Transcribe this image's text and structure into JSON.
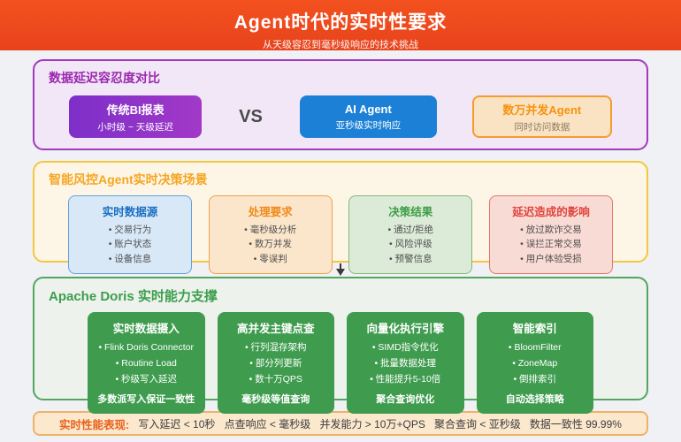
{
  "header": {
    "title": "Agent时代的实时性要求",
    "subtitle": "从天级容忍到毫秒级响应的技术挑战"
  },
  "section1": {
    "title": "数据延迟容忍度对比",
    "vs_label": "VS",
    "traditional": {
      "title": "传统BI报表",
      "subtitle": "小时级 ~ 天级延迟"
    },
    "ai_agent": {
      "title": "AI Agent",
      "subtitle": "亚秒级实时响应"
    },
    "concurrent": {
      "title": "数万并发Agent",
      "subtitle": "同时访问数据"
    }
  },
  "section2": {
    "title": "智能风控Agent实时决策场景",
    "cards": [
      {
        "title": "实时数据源",
        "items": [
          "• 交易行为",
          "• 账户状态",
          "• 设备信息"
        ]
      },
      {
        "title": "处理要求",
        "items": [
          "• 毫秒级分析",
          "• 数万并发",
          "• 零误判"
        ]
      },
      {
        "title": "决策结果",
        "items": [
          "• 通过/拒绝",
          "• 风险评级",
          "• 预警信息"
        ]
      },
      {
        "title": "延迟造成的影响",
        "items": [
          "• 放过欺诈交易",
          "• 误拦正常交易",
          "• 用户体验受损"
        ]
      }
    ]
  },
  "section3": {
    "title": "Apache Doris 实时能力支撑",
    "cards": [
      {
        "title": "实时数据摄入",
        "items": [
          "• Flink Doris Connector",
          "• Routine Load",
          "• 秒级写入延迟"
        ],
        "footer": "多数派写入保证一致性"
      },
      {
        "title": "高并发主键点查",
        "items": [
          "• 行列混存架构",
          "• 部分列更新",
          "• 数十万QPS"
        ],
        "footer": "毫秒级等值查询"
      },
      {
        "title": "向量化执行引擎",
        "items": [
          "• SIMD指令优化",
          "• 批量数据处理",
          "• 性能提升5-10倍"
        ],
        "footer": "聚合查询优化"
      },
      {
        "title": "智能索引",
        "items": [
          "• BloomFilter",
          "• ZoneMap",
          "• 倒排索引"
        ],
        "footer": "自动选择策略"
      }
    ]
  },
  "perf": {
    "label": "实时性能表现:",
    "stats": [
      "写入延迟 < 10秒",
      "点查响应 < 毫秒级",
      "并发能力 > 10万+QPS",
      "聚合查询 < 亚秒级",
      "数据一致性 99.99%"
    ]
  },
  "colors": {
    "header_bg": "#e8431c",
    "section1_accent": "#9c27b0",
    "section2_accent": "#f5a623",
    "section3_accent": "#3c9e4d",
    "card_purple": "#8a32c9",
    "card_blue": "#1c80d6",
    "card_outline_border": "#f59c2f",
    "green_card": "#3f9c4f",
    "perf_label": "#e8611c"
  }
}
